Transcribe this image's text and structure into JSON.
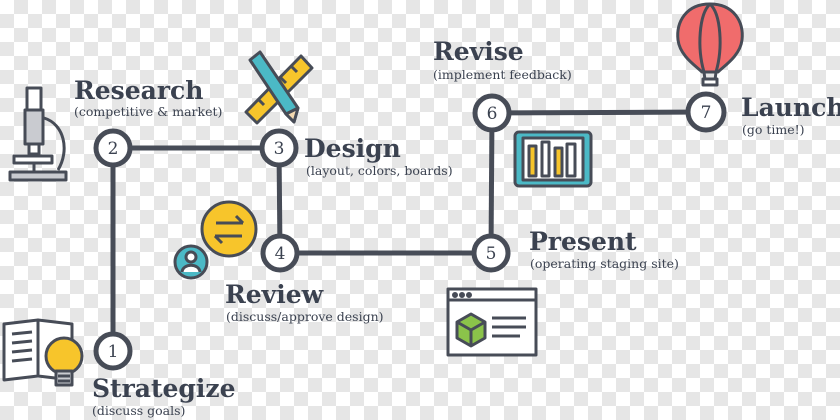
{
  "colors": {
    "line": "#474c57",
    "node_fill": "#ffffff",
    "node_text": "#3b4250",
    "accent_yellow": "#f7c52b",
    "accent_teal": "#4bb9c6",
    "accent_red": "#f06c6c",
    "accent_green": "#8bc34a"
  },
  "steps": [
    {
      "number": "1",
      "title": "Strategize",
      "subtitle": "(discuss goals)",
      "icon": "lightbulb-book-icon"
    },
    {
      "number": "2",
      "title": "Research",
      "subtitle": "(competitive & market)",
      "icon": "microscope-icon"
    },
    {
      "number": "3",
      "title": "Design",
      "subtitle": "(layout, colors, boards)",
      "icon": "pencil-ruler-icon"
    },
    {
      "number": "4",
      "title": "Review",
      "subtitle": "(discuss/approve design)",
      "icon": "review-exchange-icon"
    },
    {
      "number": "5",
      "title": "Present",
      "subtitle": "(operating staging site)",
      "icon": "browser-window-icon"
    },
    {
      "number": "6",
      "title": "Revise",
      "subtitle": "(implement feedback)",
      "icon": "tablet-tools-icon"
    },
    {
      "number": "7",
      "title": "Launch",
      "subtitle": "(go time!)",
      "icon": "hot-air-balloon-icon"
    }
  ]
}
